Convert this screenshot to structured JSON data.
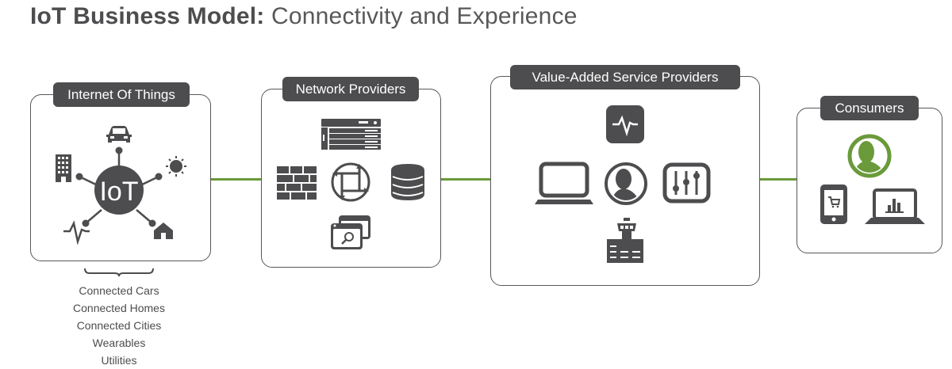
{
  "title": {
    "bold": "IoT Business Model:",
    "light": " Connectivity and Experience"
  },
  "colors": {
    "dark": "#4d4d4f",
    "accent_green": "#6a9a3a"
  },
  "stages": [
    {
      "label": "Internet Of Things",
      "center_label": "IoT",
      "icons": [
        "car-icon",
        "building-icon",
        "sun-icon",
        "heartbeat-icon",
        "home-icon",
        "iot-hub-icon"
      ]
    },
    {
      "label": "Network Providers",
      "icons": [
        "server-rack-icon",
        "firewall-icon",
        "router-icon",
        "database-icon",
        "window-search-icon"
      ]
    },
    {
      "label": "Value-Added Service Providers",
      "icons": [
        "activity-monitor-icon",
        "laptop-icon",
        "user-icon",
        "settings-sliders-icon",
        "control-tower-icon"
      ]
    },
    {
      "label": "Consumers",
      "icons": [
        "user-green-icon",
        "mobile-cart-icon",
        "laptop-chart-icon"
      ]
    }
  ],
  "iot_categories": [
    "Connected Cars",
    "Connected Homes",
    "Connected Cities",
    "Wearables",
    "Utilities"
  ]
}
